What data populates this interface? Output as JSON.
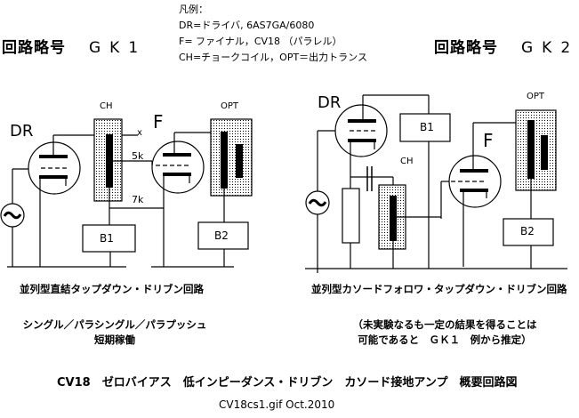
{
  "legend": {
    "heading": "凡例：",
    "lines": [
      "DR=ドライバ, 6AS7GA/6080",
      "F= ファイナル，CV18 （パラレル）",
      "CH=チョークコイル，OPT＝出力トランス"
    ]
  },
  "gk1": {
    "title": "回路略号",
    "code": "GK1",
    "labels": {
      "driver": "DR",
      "final": "F",
      "choke": "CH",
      "opt": "OPT",
      "b1": "B1",
      "b2": "B2",
      "tap_x": "x",
      "tap_5k": "5k",
      "tap_7k": "7k"
    },
    "caption": "並列型直結タップダウン・ドリブン回路",
    "note_lines": [
      "シングル／パラシングル／パラプッシュ",
      "短期稼働"
    ]
  },
  "gk2": {
    "title": "回路略号",
    "code": "GK2",
    "labels": {
      "driver": "DR",
      "final": "F",
      "choke": "CH",
      "opt": "OPT",
      "b1": "B1",
      "b2": "B2"
    },
    "caption": "並列型カソードフォロワ・タップダウン・ドリブン回路",
    "note_lines": [
      "（未実験なるも一定の結果を得ることは",
      "可能であると　ＧＫ１　例から推定）"
    ]
  },
  "main_title": "CV18　ゼロバイアス　低インピーダンス・ドリブン　カソード接地アンプ　概要回路図",
  "footer": "CV18cs1.gif Oct.2010",
  "colors": {
    "line": "#000000",
    "stipple_bg": "#ffffff",
    "stipple_dot": "#000000"
  }
}
